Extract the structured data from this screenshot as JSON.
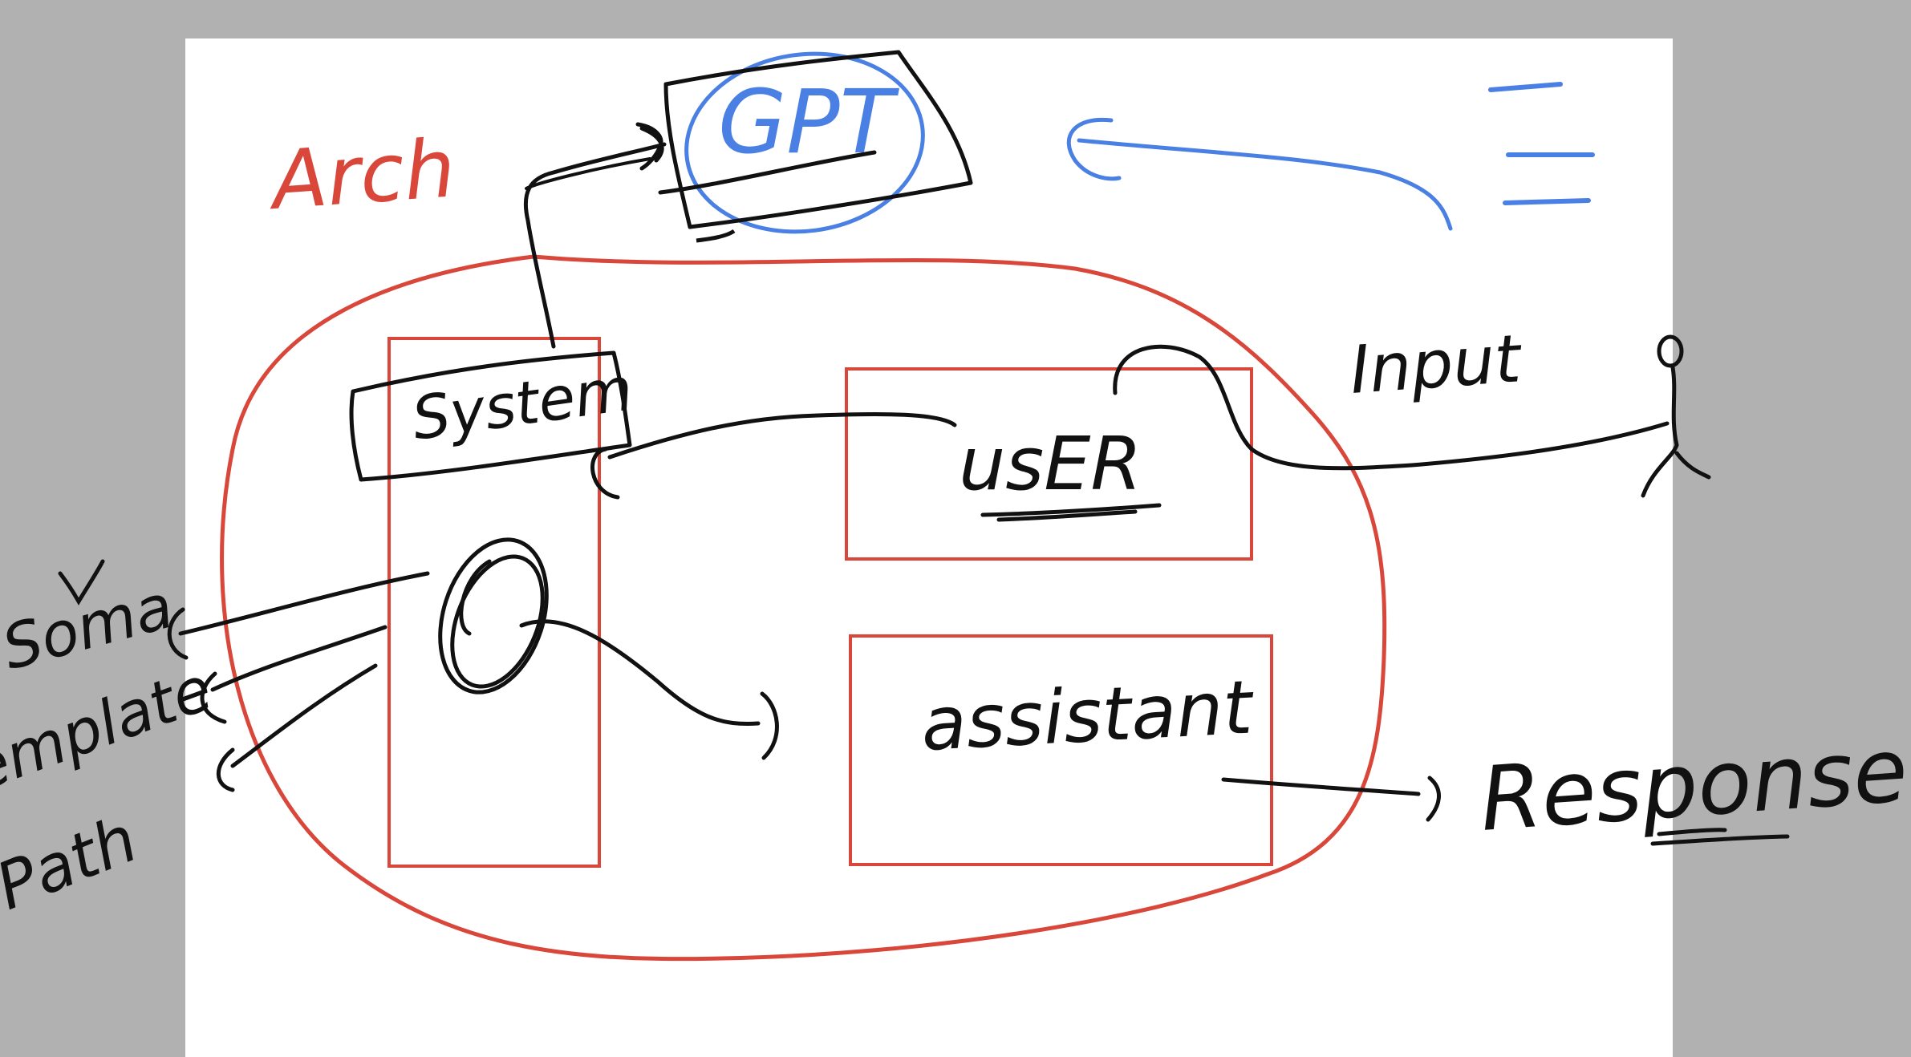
{
  "canvas": {
    "background": "#b1b1b1",
    "page_color": "#ffffff"
  },
  "colors": {
    "ink": "#111111",
    "red": "#d9473b",
    "blue": "#4a7fe3"
  },
  "labels": {
    "arch": "Arch",
    "gpt": "GPT",
    "system": "System",
    "user": "usER",
    "input": "Input",
    "assistant": "assistant",
    "response": "Response",
    "left_items": [
      "Soma",
      "Template",
      "Path"
    ]
  }
}
